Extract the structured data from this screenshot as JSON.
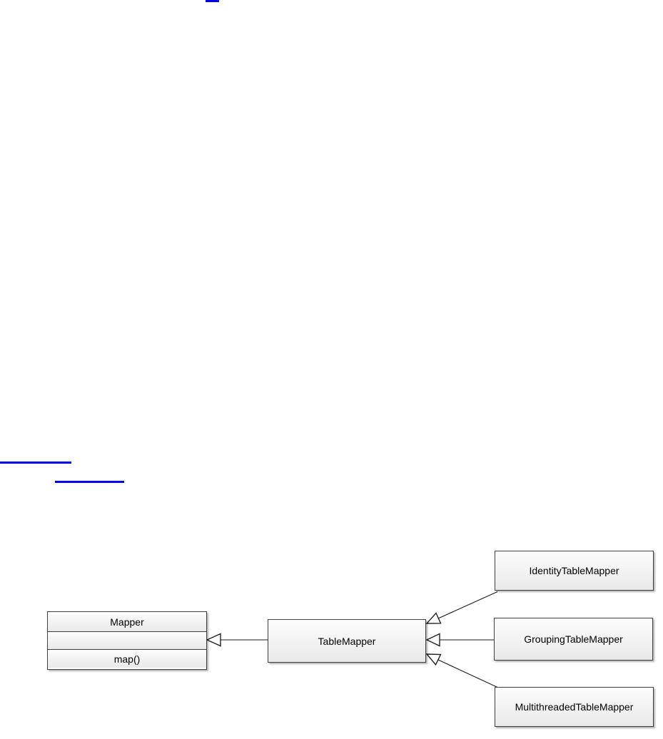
{
  "page": {
    "background": "#ffffff",
    "link_color": "#0000ee"
  },
  "links": {
    "top_partial_link": {
      "label": ""
    },
    "body_link_1": {
      "label": ""
    },
    "body_link_2": {
      "label": ""
    }
  },
  "diagram": {
    "type": "uml-class-diagram",
    "classes": [
      {
        "name": "Mapper",
        "attributes": "",
        "methods": "map()"
      },
      {
        "name": "TableMapper"
      },
      {
        "name": "IdentityTableMapper"
      },
      {
        "name": "GroupingTableMapper"
      },
      {
        "name": "MultithreadedTableMapper"
      }
    ],
    "relations": [
      {
        "from": "TableMapper",
        "to": "Mapper",
        "type": "generalization"
      },
      {
        "from": "IdentityTableMapper",
        "to": "TableMapper",
        "type": "generalization"
      },
      {
        "from": "GroupingTableMapper",
        "to": "TableMapper",
        "type": "generalization"
      },
      {
        "from": "MultithreadedTableMapper",
        "to": "TableMapper",
        "type": "generalization"
      }
    ],
    "colors": {
      "box_border": "#3f3f3f",
      "box_fill_top": "#fdfdfd",
      "box_fill_bottom": "#e9e9e9",
      "connector_horizontal": "#8c8c8c",
      "connector_diagonal": "#222222",
      "arrowhead_fill": "#ffffff"
    }
  }
}
